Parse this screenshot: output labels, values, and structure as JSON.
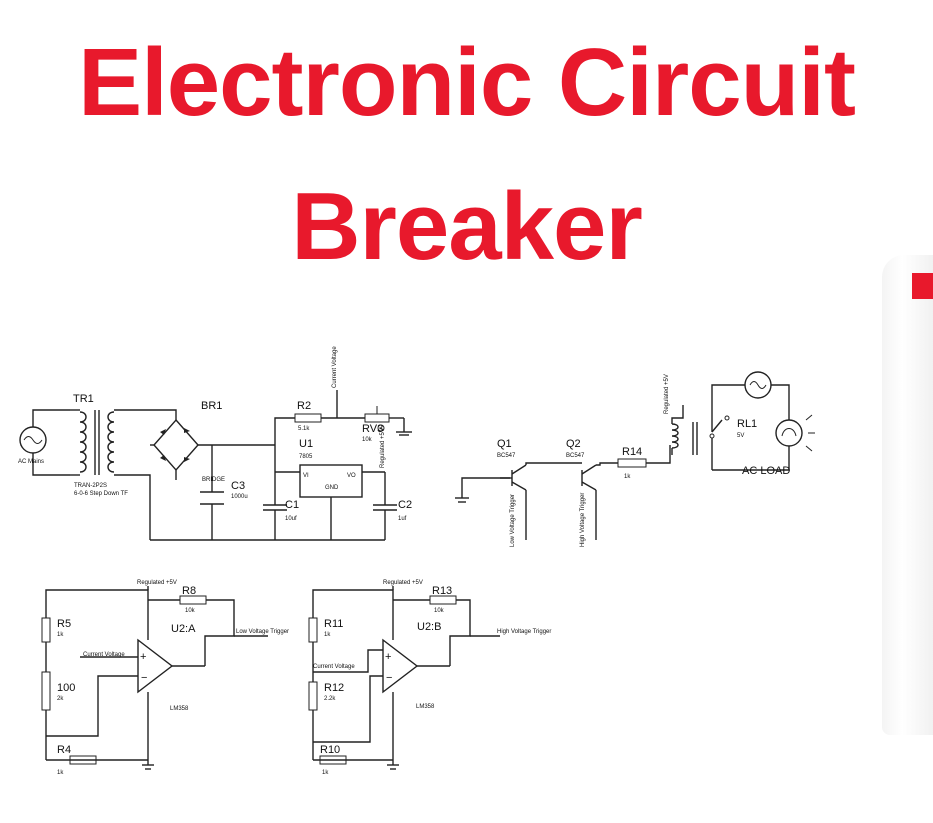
{
  "title": {
    "line1": "Electronic Circuit",
    "line2": "Breaker"
  },
  "colors": {
    "title": "#e8192c",
    "wire": "#222222"
  },
  "components": {
    "tr1": {
      "ref": "TR1",
      "part": "TRAN-2P2S",
      "desc": "6-0-6 Step Down TF"
    },
    "ac_mains": "AC Mains",
    "br1": "BR1",
    "c3": {
      "ref": "C3",
      "part": "BRIDGE",
      "value": "1000u"
    },
    "r2": {
      "ref": "R2",
      "value": "5.1k"
    },
    "rv3": {
      "ref": "RV3",
      "value": "10k"
    },
    "current_voltage": "Current Voltage",
    "u1": {
      "ref": "U1",
      "part": "7805",
      "vi": "VI",
      "vo": "VO",
      "gnd": "GND"
    },
    "regulated_5v": "Regulated +5V",
    "c1": {
      "ref": "C1",
      "value": "10uf"
    },
    "c2": {
      "ref": "C2",
      "value": "1uf"
    },
    "q1": {
      "ref": "Q1",
      "part": "BC547"
    },
    "q2": {
      "ref": "Q2",
      "part": "BC547"
    },
    "r14": {
      "ref": "R14",
      "value": "1k"
    },
    "rl1": {
      "ref": "RL1",
      "value": "5V"
    },
    "ac_load": "AC LOAD",
    "low_voltage_trigger": "Low Voltage Trigger",
    "high_voltage_trigger": "High Voltage Trigger",
    "r5": {
      "ref": "R5",
      "value": "1k"
    },
    "r100": {
      "ref": "100",
      "value": "2k"
    },
    "r4": {
      "ref": "R4",
      "value": "1k"
    },
    "r8": {
      "ref": "R8",
      "value": "10k"
    },
    "u2a": {
      "ref": "U2:A",
      "part": "LM358"
    },
    "r11": {
      "ref": "R11",
      "value": "1k"
    },
    "r12": {
      "ref": "R12",
      "value": "2.2k"
    },
    "r10": {
      "ref": "R10",
      "value": "1k"
    },
    "r13": {
      "ref": "R13",
      "value": "10k"
    },
    "u2b": {
      "ref": "U2:B",
      "part": "LM358"
    }
  }
}
